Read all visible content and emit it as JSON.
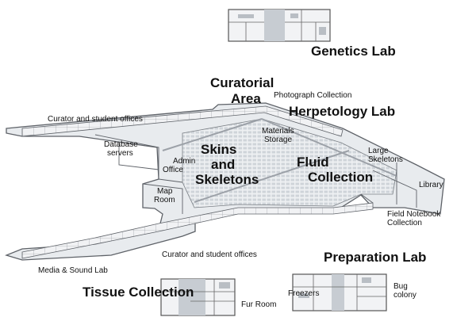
{
  "map": {
    "large_labels": {
      "genetics": "Genetics Lab",
      "curatorial_1": "Curatorial",
      "curatorial_2": "Area",
      "herpetology": "Herpetology Lab",
      "skins_1": "Skins",
      "skins_2": "and",
      "skins_3": "Skeletons",
      "fluid_1": "Fluid",
      "fluid_2": "Collection",
      "preparation": "Preparation Lab",
      "tissue": "Tissue Collection"
    },
    "small_labels": {
      "photograph": "Photograph Collection",
      "curator_offices_top": "Curator and student offices",
      "database_1": "Database",
      "database_2": "servers",
      "materials_1": "Materials",
      "materials_2": "Storage",
      "large_sk_1": "Large",
      "large_sk_2": "Skeletons",
      "admin_1": "Admin",
      "admin_2": "Office",
      "library": "Library",
      "map_room_1": "Map",
      "map_room_2": "Room",
      "field_nb_1": "Field Notebook",
      "field_nb_2": "Collection",
      "curator_offices_bottom": "Curator and student offices",
      "media": "Media & Sound Lab",
      "bug_1": "Bug",
      "bug_2": "colony",
      "freezers": "Freezers",
      "fur": "Fur Room"
    },
    "colors": {
      "floor": "#e9ecef",
      "floor_dark": "#c9ced4",
      "wall": "#6b6f75",
      "shelving": "#d4d8dd",
      "corridor": "#9a9fa6"
    }
  }
}
